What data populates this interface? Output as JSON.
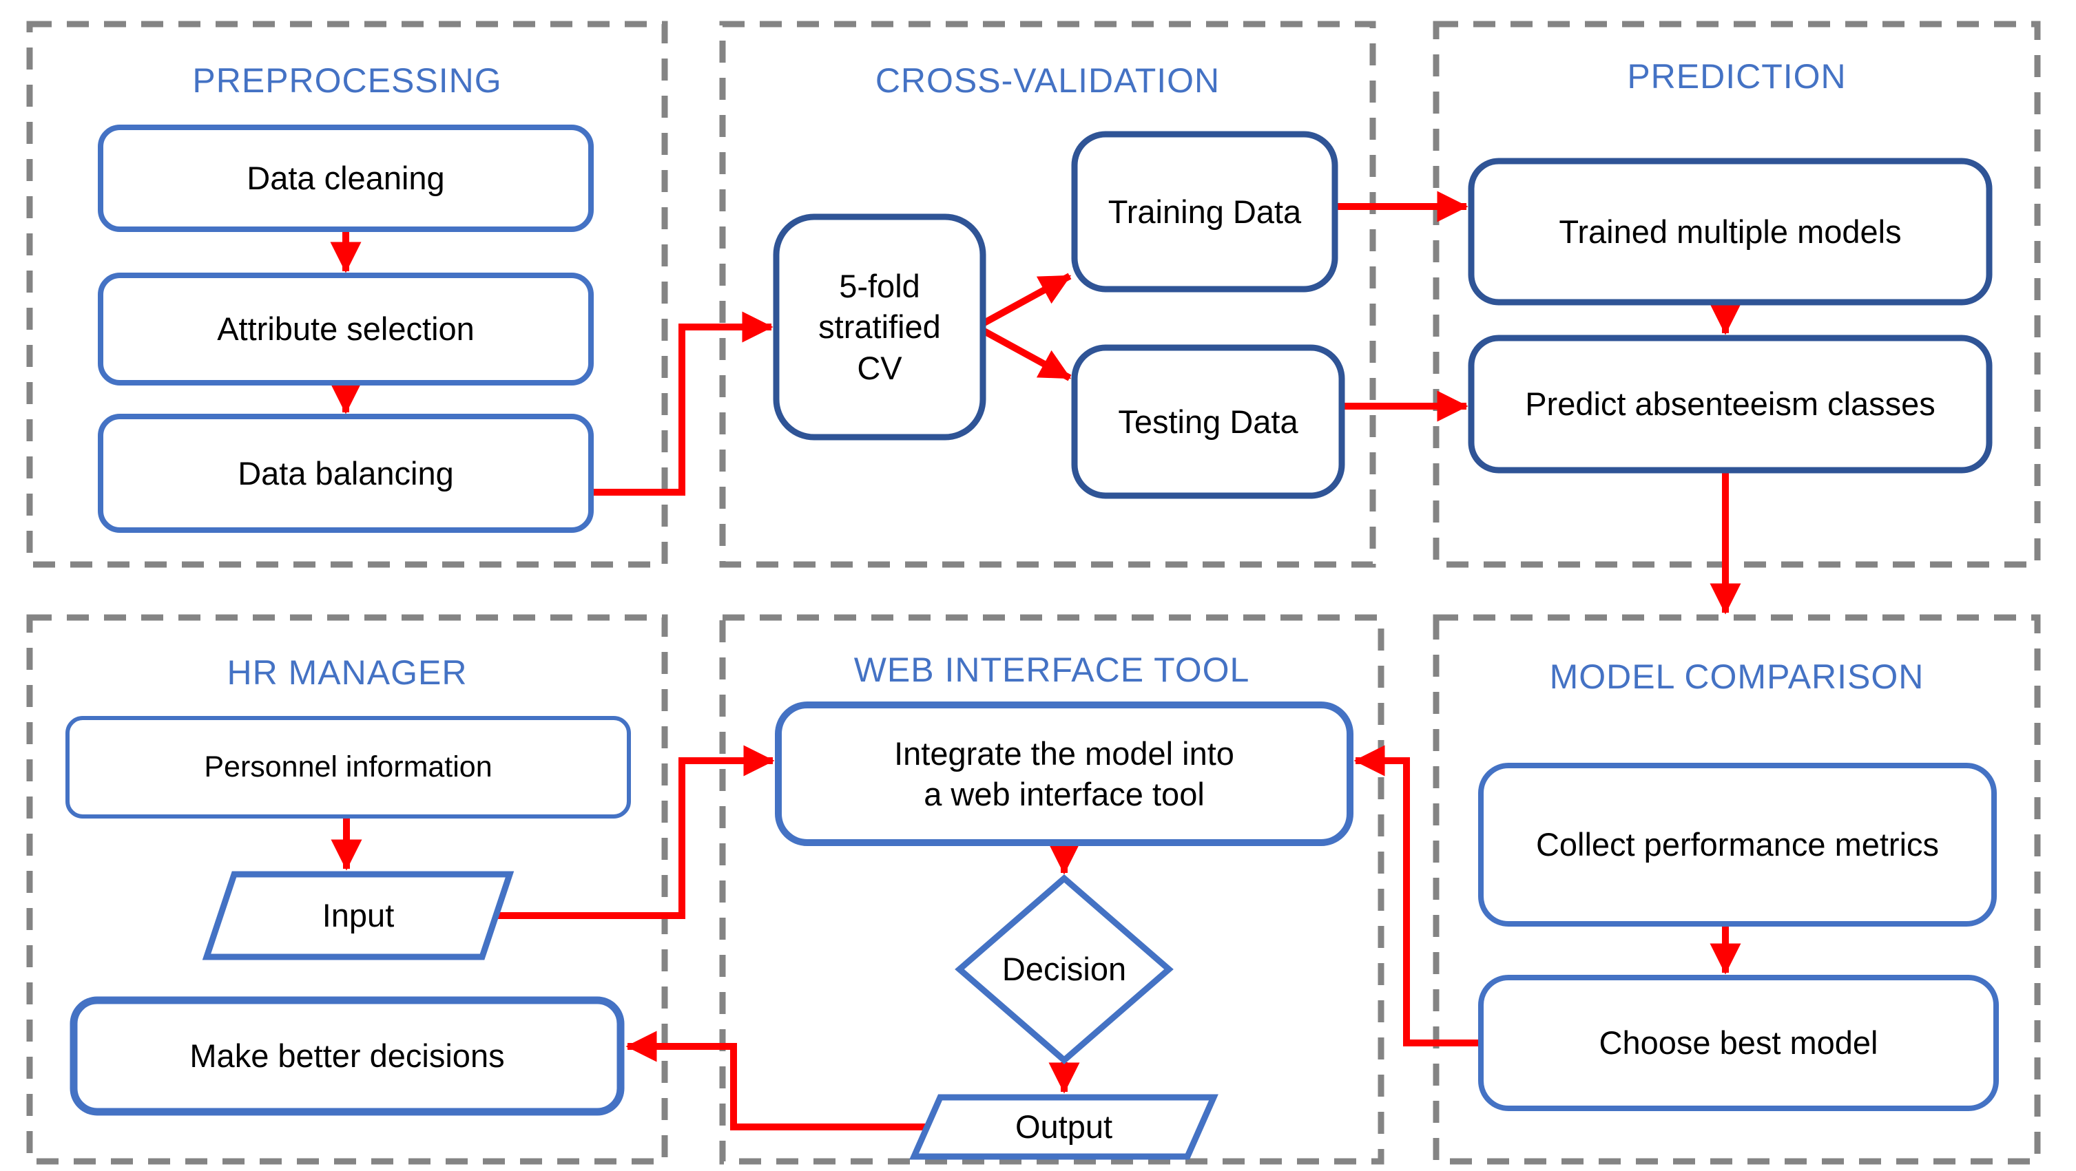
{
  "colors": {
    "heading_blue": "#4472C4",
    "box_blue": "#4472C4",
    "box_navy": "#2F5496",
    "arrow_red": "#FF0000",
    "panel_gray": "#848484",
    "text": "#000000",
    "background": "#FFFFFF"
  },
  "panels": [
    {
      "title": "PREPROCESSING",
      "nodes": {
        "data_cleaning": "Data cleaning",
        "attribute_selection": "Attribute selection",
        "data_balancing": "Data balancing"
      }
    },
    {
      "title": "CROSS-VALIDATION",
      "nodes": {
        "cv": "5-fold\nstratified\nCV",
        "training": "Training Data",
        "testing": "Testing Data"
      }
    },
    {
      "title": "PREDICTION",
      "nodes": {
        "trained": "Trained multiple models",
        "predict": "Predict absenteeism classes"
      }
    },
    {
      "title": "HR MANAGER",
      "nodes": {
        "personnel": "Personnel information",
        "input": "Input",
        "decisions": "Make better decisions"
      }
    },
    {
      "title": "WEB INTERFACE TOOL",
      "nodes": {
        "integrate": "Integrate the model into\na web interface tool",
        "decision": "Decision",
        "output": "Output"
      }
    },
    {
      "title": "MODEL COMPARISON",
      "nodes": {
        "collect": "Collect performance metrics",
        "choose": "Choose best model"
      }
    }
  ],
  "edges": [
    {
      "from": "data-cleaning",
      "to": "attribute-selection"
    },
    {
      "from": "attribute-selection",
      "to": "data-balancing"
    },
    {
      "from": "data-balancing",
      "to": "5-fold-stratified-cv"
    },
    {
      "from": "5-fold-stratified-cv",
      "to": "training-data"
    },
    {
      "from": "5-fold-stratified-cv",
      "to": "testing-data"
    },
    {
      "from": "training-data",
      "to": "trained-multiple-models"
    },
    {
      "from": "testing-data",
      "to": "predict-absenteeism-classes"
    },
    {
      "from": "trained-multiple-models",
      "to": "predict-absenteeism-classes"
    },
    {
      "from": "predict-absenteeism-classes",
      "to": "model-comparison-panel"
    },
    {
      "from": "collect-performance-metrics",
      "to": "choose-best-model"
    },
    {
      "from": "choose-best-model",
      "to": "integrate-model"
    },
    {
      "from": "personnel-information",
      "to": "input"
    },
    {
      "from": "input",
      "to": "integrate-model"
    },
    {
      "from": "integrate-model",
      "to": "decision"
    },
    {
      "from": "decision",
      "to": "output"
    },
    {
      "from": "output",
      "to": "make-better-decisions"
    }
  ]
}
